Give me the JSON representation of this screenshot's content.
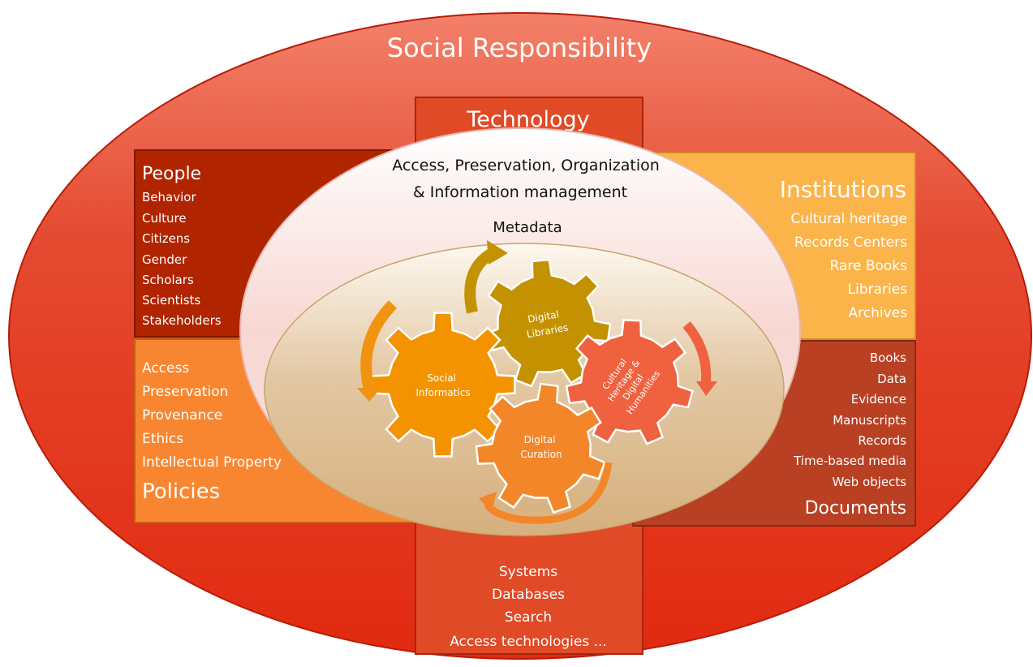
{
  "outer": {
    "title": "Social Responsibility"
  },
  "technology": {
    "title": "Technology",
    "items": [
      "Systems",
      "Databases",
      "Search",
      "Access technologies ..."
    ]
  },
  "people": {
    "title": "People",
    "items": [
      "Behavior",
      "Culture",
      "Citizens",
      "Gender",
      "Scholars",
      "Scientists",
      "Stakeholders"
    ]
  },
  "institutions": {
    "title": "Institutions",
    "items": [
      "Cultural heritage",
      "Records Centers",
      "Rare Books",
      "Libraries",
      "Archives"
    ]
  },
  "policies": {
    "title": "Policies",
    "items": [
      "Access",
      "Preservation",
      "Provenance",
      "Ethics",
      "Intellectual Property"
    ]
  },
  "documents": {
    "title": "Documents",
    "items": [
      "Books",
      "Data",
      "Evidence",
      "Manuscripts",
      "Records",
      "Time-based media",
      "Web objects"
    ]
  },
  "inner": {
    "line1": "Access, Preservation, Organization",
    "line2": "& Information management",
    "metadata": "Metadata"
  },
  "gears": {
    "social": [
      "Social",
      "Informatics"
    ],
    "libraries": [
      "Digital",
      "Libraries"
    ],
    "cultural": [
      "Cultural",
      "Heritage &",
      "Digital",
      "Humanities"
    ],
    "curation": [
      "Digital",
      "Curation"
    ]
  },
  "colors": {
    "outer_ellipse": "#e0331a",
    "technology": "#e04a26",
    "people": "#b02400",
    "institutions": "#fbb44a",
    "policies": "#f88631",
    "documents": "#b94023",
    "gear_social": "#f49300",
    "gear_libraries": "#c49200",
    "gear_cultural": "#f0613f",
    "gear_curation": "#f38629"
  }
}
